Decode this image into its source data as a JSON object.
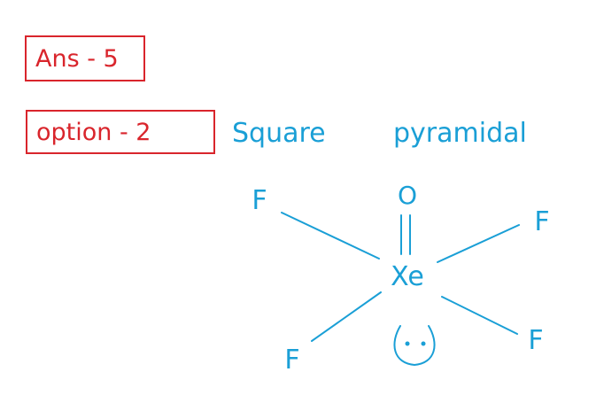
{
  "answer_label": "Ans - 5",
  "option_label": "option - 2",
  "shape": {
    "word": "Square",
    "name": "pyramidal"
  },
  "molecule": {
    "central_atom": "Xe",
    "double_bonded_atom": "O",
    "fluorines": [
      "F",
      "F",
      "F",
      "F"
    ]
  },
  "colors": {
    "annotation_red": "#d9252c",
    "ink_blue": "#1a9fd6"
  }
}
